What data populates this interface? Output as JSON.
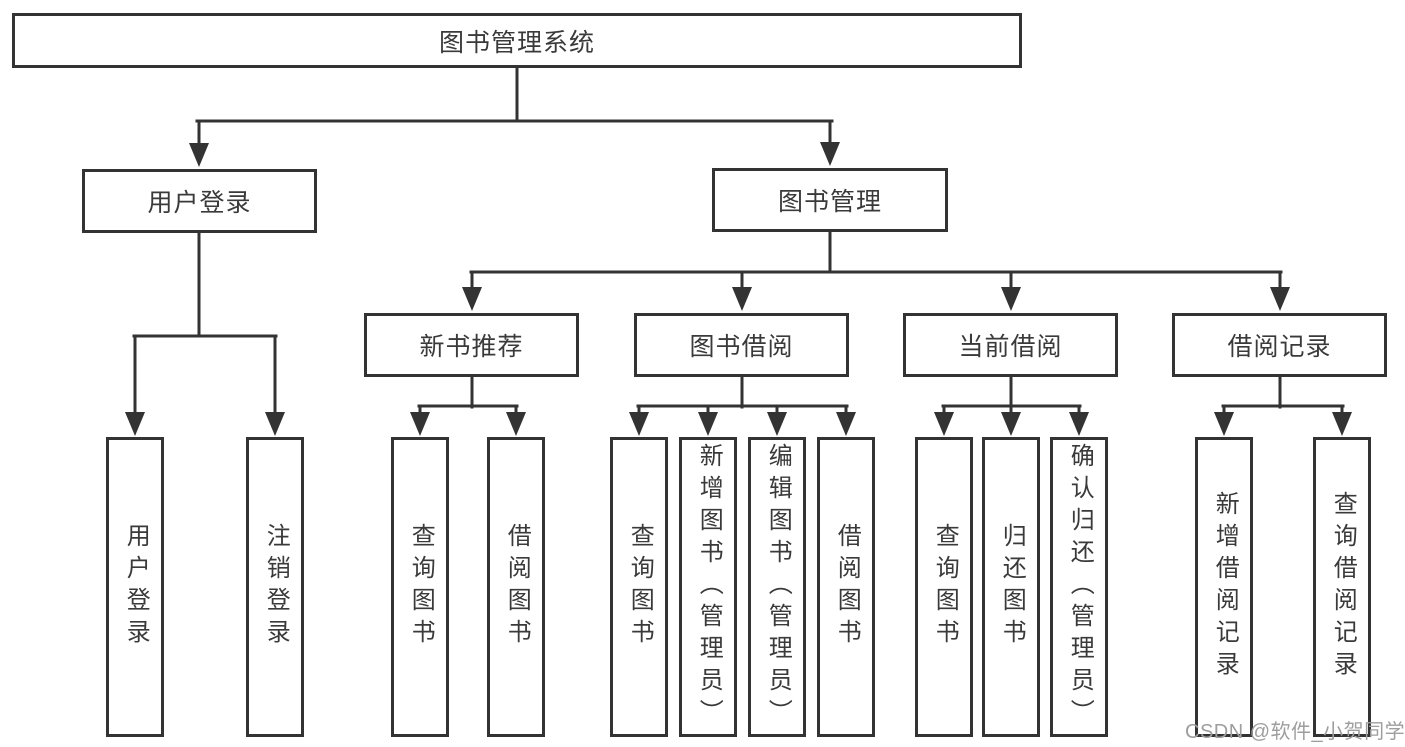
{
  "diagram": {
    "root": {
      "label": "图书管理系统"
    },
    "branches": [
      {
        "label": "用户登录",
        "leaves": [
          {
            "label": "用户登录"
          },
          {
            "label": "注销登录"
          }
        ]
      },
      {
        "label": "图书管理",
        "groups": [
          {
            "label": "新书推荐",
            "leaves": [
              {
                "label": "查询图书"
              },
              {
                "label": "借阅图书"
              }
            ]
          },
          {
            "label": "图书借阅",
            "leaves": [
              {
                "label": "查询图书"
              },
              {
                "label": "新增图书（管理员）"
              },
              {
                "label": "编辑图书（管理员）"
              },
              {
                "label": "借阅图书"
              }
            ]
          },
          {
            "label": "当前借阅",
            "leaves": [
              {
                "label": "查询图书"
              },
              {
                "label": "归还图书"
              },
              {
                "label": "确认归还（管理员）"
              }
            ]
          },
          {
            "label": "借阅记录",
            "leaves": [
              {
                "label": "新增借阅记录"
              },
              {
                "label": "查询借阅记录"
              }
            ]
          }
        ]
      }
    ]
  },
  "watermark": {
    "text": "CSDN @软件_小贺同学",
    "color": "#9e9e9e"
  },
  "colors": {
    "background": "#ffffff",
    "line": "#333333",
    "box_border": "#333333",
    "box_fill": "#ffffff",
    "text": "#3a3a3a"
  }
}
